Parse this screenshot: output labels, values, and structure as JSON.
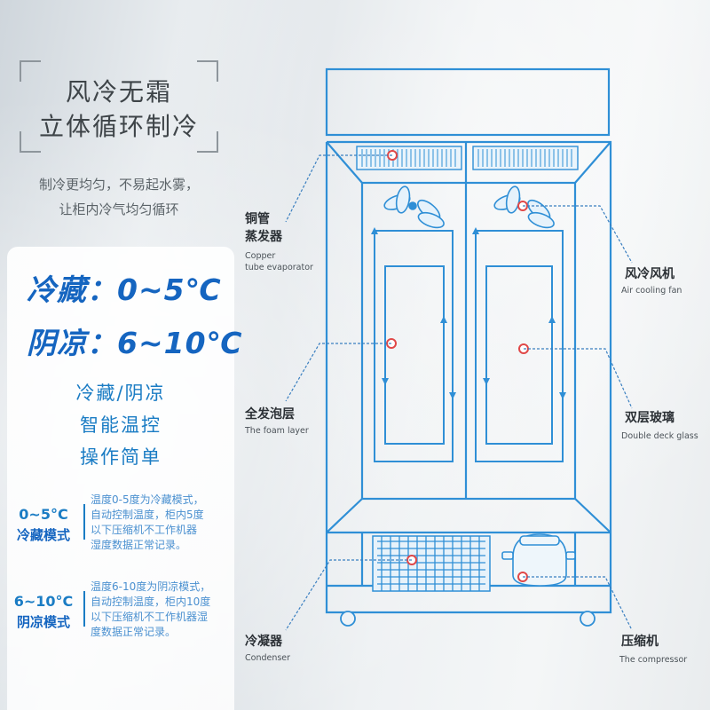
{
  "header": {
    "title_line1": "风冷无霜",
    "title_line2": "立体循环制冷",
    "subtitle_line1": "制冷更均匀，不易起水雾，",
    "subtitle_line2": "让柜内冷气均匀循环"
  },
  "temps": {
    "cold": "冷藏：0~5℃",
    "cool": "阴凉：6~10℃"
  },
  "features": [
    "冷藏/阴凉",
    "智能温控",
    "操作简单"
  ],
  "modes": [
    {
      "range": "0~5°C",
      "name": "冷藏模式",
      "desc": [
        "温度0-5度为冷藏模式，",
        "自动控制温度，柜内5度",
        "以下压缩机不工作机器",
        "湿度数据正常记录。"
      ]
    },
    {
      "range": "6~10°C",
      "name": "阴凉模式",
      "desc": [
        "温度6-10度为阴凉模式，",
        "自动控制温度，柜内10度",
        "以下压缩机不工作机器湿",
        "度数据正常记录。"
      ]
    }
  ],
  "labels": {
    "copper_cn1": "铜管",
    "copper_cn2": "蒸发器",
    "copper_en1": "Copper",
    "copper_en2": "tube evaporator",
    "fan_cn": "风冷风机",
    "fan_en": "Air cooling fan",
    "foam_cn": "全发泡层",
    "foam_en": "The foam layer",
    "glass_cn": "双层玻璃",
    "glass_en": "Double deck glass",
    "condenser_cn": "冷凝器",
    "condenser_en": "Condenser",
    "compressor_cn": "压缩机",
    "compressor_en": "The compressor"
  },
  "colors": {
    "diagram_line": "#2f8fd6",
    "marker": "#e04848",
    "accent": "#1565c0"
  }
}
